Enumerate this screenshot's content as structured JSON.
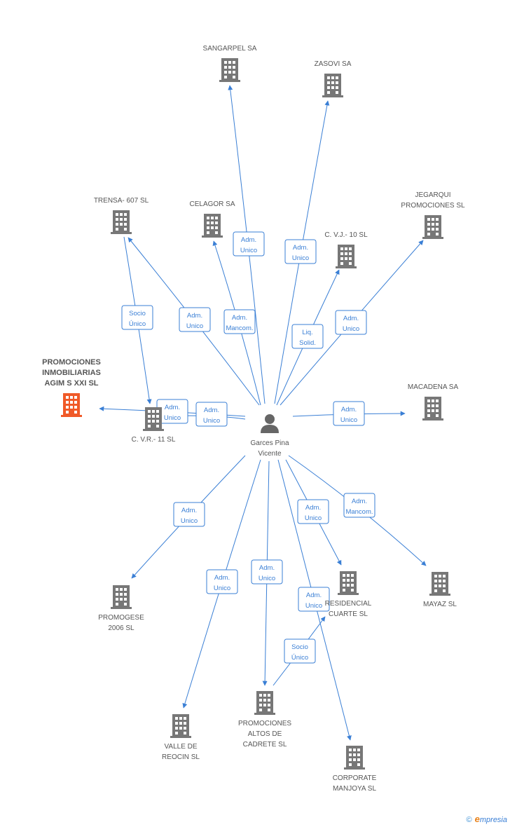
{
  "center": {
    "label_lines": [
      "Garces Pina",
      "Vicente"
    ]
  },
  "nodes": [
    {
      "id": "sangarpel",
      "lines": [
        "SANGARPEL SA"
      ],
      "highlight": false
    },
    {
      "id": "zasovi",
      "lines": [
        "ZASOVI SA"
      ],
      "highlight": false
    },
    {
      "id": "trensa",
      "lines": [
        "TRENSA- 607 SL"
      ],
      "highlight": false
    },
    {
      "id": "celagor",
      "lines": [
        "CELAGOR SA"
      ],
      "highlight": false
    },
    {
      "id": "cvj10",
      "lines": [
        "C. V.J.- 10 SL"
      ],
      "highlight": false
    },
    {
      "id": "jegarqui",
      "lines": [
        "JEGARQUI",
        "PROMOCIONES SL"
      ],
      "highlight": false
    },
    {
      "id": "promociones_agim",
      "lines": [
        "PROMOCIONES",
        "INMOBILIARIAS",
        "AGIM S XXI SL"
      ],
      "highlight": true
    },
    {
      "id": "macadena",
      "lines": [
        "MACADENA SA"
      ],
      "highlight": false
    },
    {
      "id": "cvr11",
      "lines": [
        "C. V.R.- 11 SL"
      ],
      "highlight": false
    },
    {
      "id": "promogese",
      "lines": [
        "PROMOGESE",
        "2006 SL"
      ],
      "highlight": false
    },
    {
      "id": "residencial",
      "lines": [
        "RESIDENCIAL",
        "CUARTE SL"
      ],
      "highlight": false
    },
    {
      "id": "mayaz",
      "lines": [
        "MAYAZ  SL"
      ],
      "highlight": false
    },
    {
      "id": "valle",
      "lines": [
        "VALLE DE",
        "REOCIN  SL"
      ],
      "highlight": false
    },
    {
      "id": "altos",
      "lines": [
        "PROMOCIONES",
        "ALTOS DE",
        "CADRETE SL"
      ],
      "highlight": false
    },
    {
      "id": "corporate",
      "lines": [
        "CORPORATE",
        "MANJOYA SL"
      ],
      "highlight": false
    }
  ],
  "edges": [
    {
      "from": "center",
      "to": "sangarpel",
      "lines": [
        "Adm.",
        "Unico"
      ]
    },
    {
      "from": "center",
      "to": "zasovi",
      "lines": [
        "Adm.",
        "Unico"
      ]
    },
    {
      "from": "center",
      "to": "trensa",
      "lines": [
        "Adm.",
        "Unico"
      ]
    },
    {
      "from": "center",
      "to": "celagor",
      "lines": [
        "Adm.",
        "Mancom."
      ]
    },
    {
      "from": "center",
      "to": "cvj10",
      "lines": [
        "Liq.",
        "Solid."
      ]
    },
    {
      "from": "center",
      "to": "jegarqui",
      "lines": [
        "Adm.",
        "Unico"
      ]
    },
    {
      "from": "trensa",
      "to": "cvr11",
      "lines": [
        "Socio",
        "Único"
      ]
    },
    {
      "from": "center",
      "to": "promociones_agim",
      "lines": [
        "Adm.",
        "Unico"
      ]
    },
    {
      "from": "center",
      "to": "cvr11",
      "lines": [
        "Adm.",
        "Unico"
      ]
    },
    {
      "from": "center",
      "to": "macadena",
      "lines": [
        "Adm.",
        "Unico"
      ]
    },
    {
      "from": "center",
      "to": "promogese",
      "lines": [
        "Adm.",
        "Unico"
      ]
    },
    {
      "from": "center",
      "to": "residencial",
      "lines": [
        "Adm.",
        "Unico"
      ]
    },
    {
      "from": "center",
      "to": "mayaz",
      "lines": [
        "Adm.",
        "Mancom."
      ]
    },
    {
      "from": "center",
      "to": "valle",
      "lines": [
        "Adm.",
        "Unico"
      ]
    },
    {
      "from": "center",
      "to": "altos",
      "lines": [
        "Adm.",
        "Unico"
      ]
    },
    {
      "from": "center",
      "to": "corporate",
      "lines": [
        "Adm.",
        "Unico"
      ]
    },
    {
      "from": "altos",
      "to": "residencial",
      "lines": [
        "Socio",
        "Único"
      ]
    }
  ],
  "colors": {
    "edge": "#3a7fd5",
    "building": "#777777",
    "highlight": "#f05a28",
    "person": "#666666"
  },
  "footer": {
    "copyright_symbol": "©",
    "brand_initial": "e",
    "brand_rest": "mpresia"
  }
}
